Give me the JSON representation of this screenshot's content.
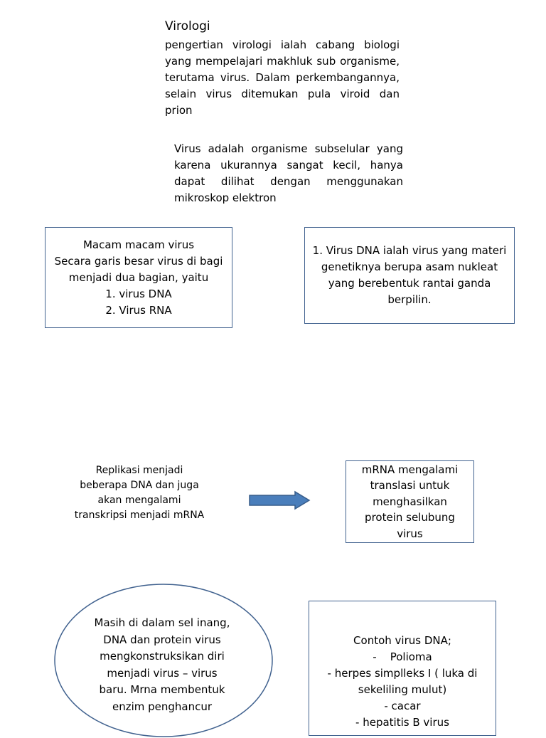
{
  "title": "Virologi",
  "intro_paragraph": "pengertian virologi ialah cabang biologi yang mempelajari makhluk sub organisme, terutama virus. Dalam perkembangannya, selain virus ditemukan pula viroid dan prion",
  "definition_paragraph": "Virus adalah organisme subselular yang karena ukurannya sangat kecil, hanya dapat dilihat dengan menggunakan mikroskop elektron",
  "types_box": {
    "lines": [
      "Macam macam virus",
      "Secara garis besar virus di bagi",
      "menjadi dua bagian, yaitu",
      "1. virus DNA",
      "2. Virus RNA"
    ]
  },
  "dna_box": {
    "lines": [
      "1. Virus DNA ialah virus yang materi",
      "genetiknya berupa asam nukleat",
      "yang berebentuk rantai ganda",
      "berpilin."
    ]
  },
  "replication_text": {
    "lines": [
      "Replikasi menjadi",
      "beberapa DNA dan juga",
      "akan mengalami",
      "transkripsi menjadi mRNA"
    ]
  },
  "mrna_box": {
    "lines": [
      "mRNA mengalami",
      "translasi untuk",
      "menghasilkan",
      "protein selubung",
      "virus"
    ]
  },
  "oval_text": {
    "lines": [
      "Masih di dalam sel inang,",
      "DNA dan protein virus",
      "mengkonstruksikan diri",
      "menjadi virus – virus",
      "baru. Mrna membentuk",
      "enzim penghancur"
    ]
  },
  "example_box": {
    "heading": "Contoh virus DNA;",
    "items": [
      "-    Polioma",
      "- herpes simplleks I ( luka di",
      "sekeliling mulut)",
      "- cacar",
      "- hepatitis B virus"
    ]
  },
  "colors": {
    "box_border": "#41628f",
    "arrow_fill": "#4a7ebb",
    "arrow_stroke": "#385d8a"
  }
}
